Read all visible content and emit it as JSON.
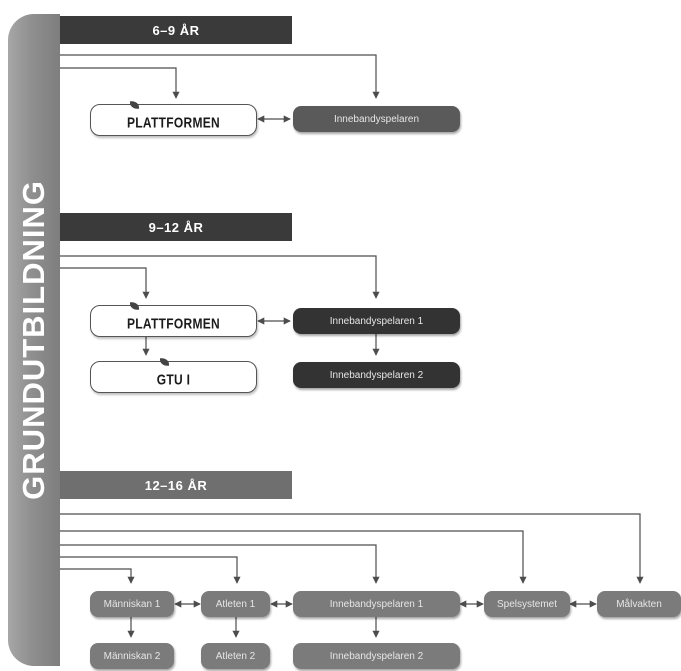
{
  "sidebar": {
    "title": "GRUNDUTBILDNING"
  },
  "sections": [
    {
      "age_label": "6–9 ÅR",
      "logo_label": "PLATTFORMEN",
      "boxes": [
        "Innebandyspelaren"
      ]
    },
    {
      "age_label": "9–12 ÅR",
      "logo_label": "PLATTFORMEN",
      "logo2_label": "GTU I",
      "boxes": [
        "Innebandyspelaren 1",
        "Innebandyspelaren 2"
      ]
    },
    {
      "age_label": "12–16 ÅR",
      "boxes": [
        "Människan 1",
        "Atleten 1",
        "Innebandyspelaren 1",
        "Spelsystemet",
        "Målvakten"
      ],
      "boxes_second_row": [
        "Människan 2",
        "Atleten 2",
        "Innebandyspelaren 2"
      ]
    }
  ],
  "colors": {
    "sidebar_gray": "#8f8f8f",
    "band_dark": "#3a3a3a",
    "band_mid": "#6f6f6f",
    "box_dark": "#333333",
    "box_mid": "#5a5a5a",
    "box_light": "#7b7b7b",
    "connector": "#4d4d4d"
  }
}
